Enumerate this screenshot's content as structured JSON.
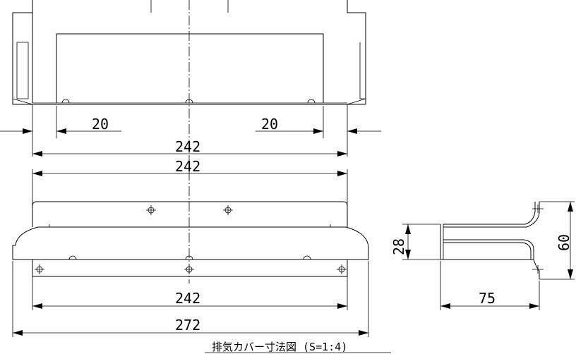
{
  "drawing": {
    "caption": "排気カバー寸法図 (S=1:4)",
    "dimensions": {
      "left_offset": "20",
      "right_offset": "20",
      "top_width": "242",
      "front_width_upper": "242",
      "front_width_lower": "242",
      "front_overall_width": "272",
      "side_depth": "75",
      "side_height_total": "60",
      "side_height_inner": "28"
    }
  }
}
